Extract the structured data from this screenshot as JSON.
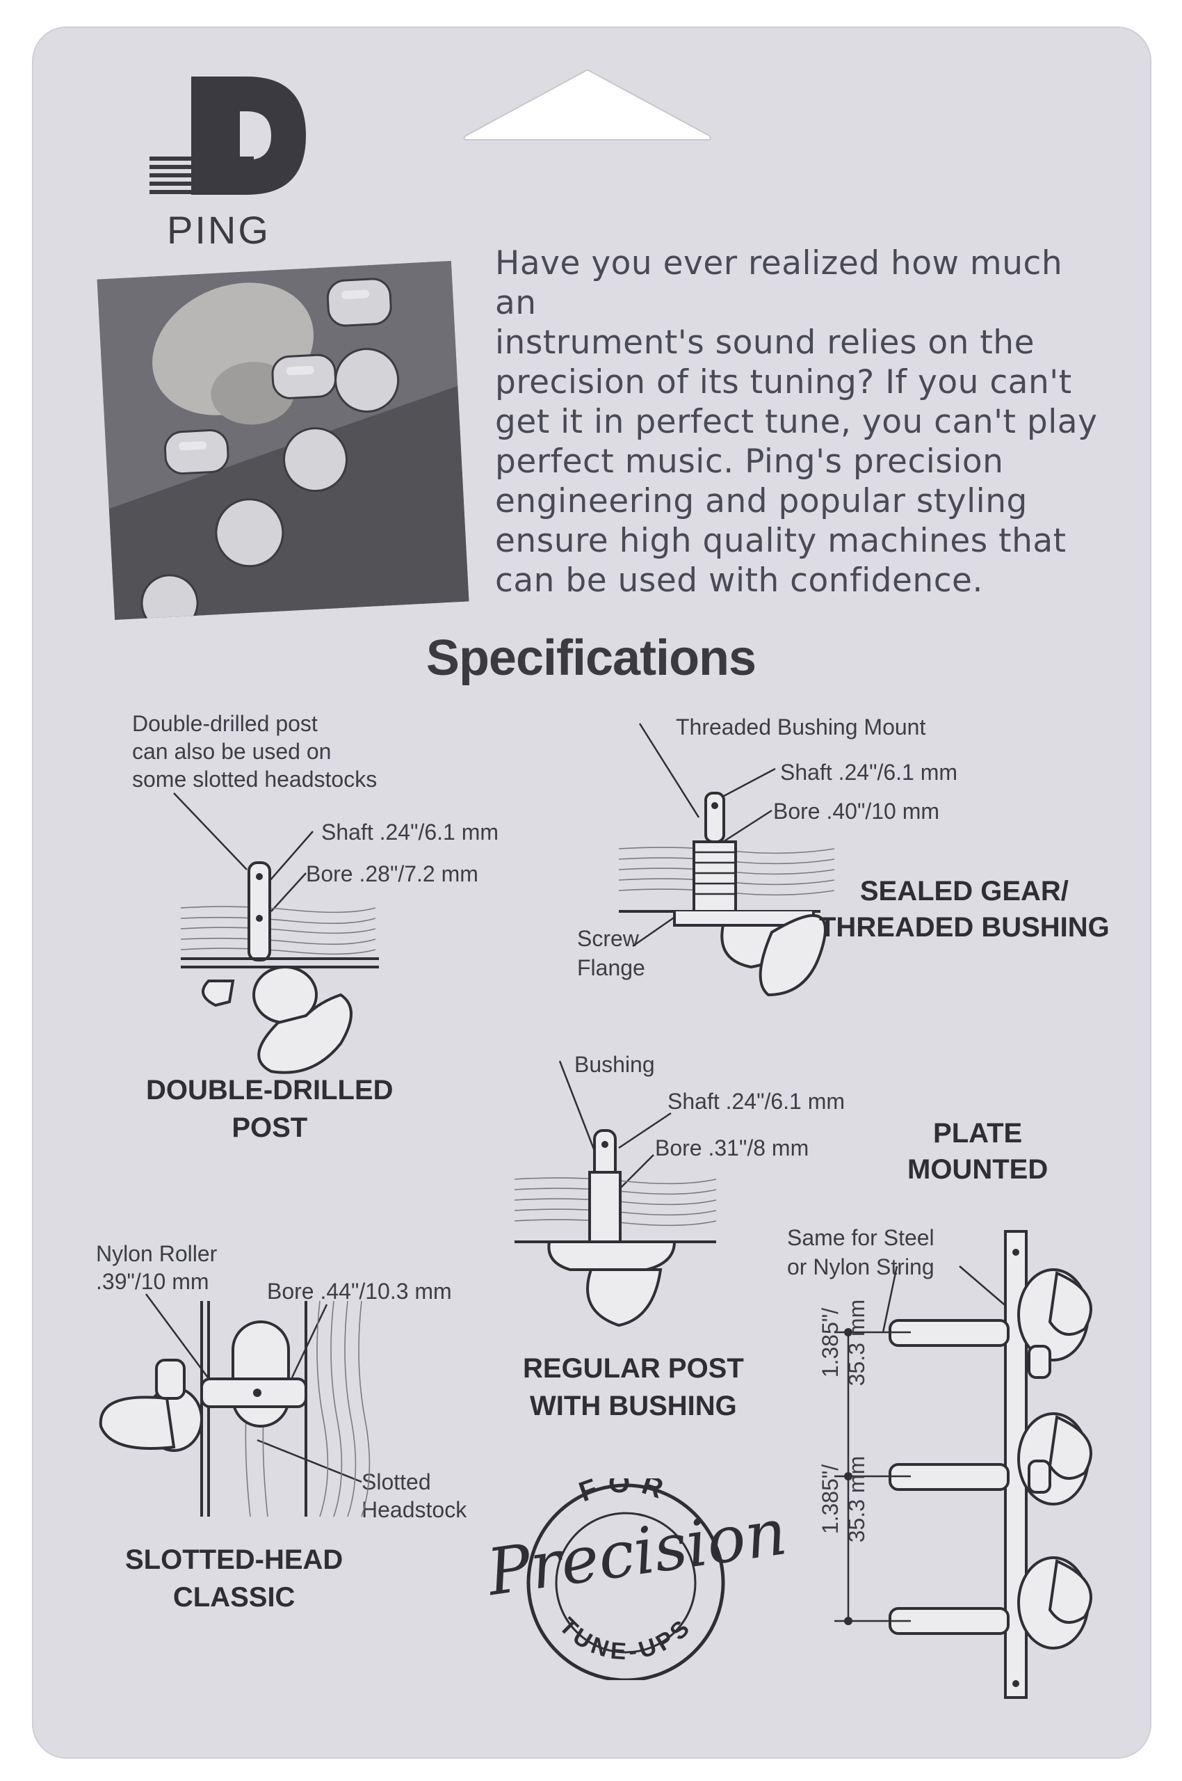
{
  "brand": {
    "name": "PING"
  },
  "intro": {
    "lines": [
      "Have you ever realized how much an",
      "instrument's sound relies on the",
      "precision of its tuning? If you can't",
      "get it in perfect tune, you can't play",
      "perfect music. Ping's precision",
      "engineering and popular styling",
      "ensure high quality machines that",
      "can be used with confidence."
    ]
  },
  "specs": {
    "title": "Specifications",
    "double_drilled": {
      "note": [
        "Double-drilled post",
        "can also be used on",
        "some slotted headstocks"
      ],
      "shaft": "Shaft .24\"/6.1 mm",
      "bore": "Bore .28\"/7.2 mm",
      "caption": [
        "DOUBLE-DRILLED",
        "POST"
      ]
    },
    "sealed_gear": {
      "mount": "Threaded Bushing Mount",
      "shaft": "Shaft .24\"/6.1 mm",
      "bore": "Bore .40\"/10 mm",
      "screw": [
        "Screw",
        "Flange"
      ],
      "caption": [
        "SEALED GEAR/",
        "THREADED BUSHING"
      ]
    },
    "regular_post": {
      "bushing": "Bushing",
      "shaft": "Shaft .24\"/6.1 mm",
      "bore": "Bore .31\"/8 mm",
      "caption": [
        "REGULAR POST",
        "WITH BUSHING"
      ]
    },
    "plate_mounted": {
      "caption": [
        "PLATE",
        "MOUNTED"
      ],
      "note": [
        "Same for Steel",
        "or Nylon String"
      ],
      "spacing_1": [
        "1.385\"/",
        "35.3 mm"
      ],
      "spacing_2": [
        "1.385\"/",
        "35.3 mm"
      ]
    },
    "slotted_head": {
      "roller": [
        "Nylon Roller",
        ".39\"/10 mm"
      ],
      "bore": "Bore .44\"/10.3 mm",
      "headstock": [
        "Slotted",
        "Headstock"
      ],
      "caption": [
        "SLOTTED-HEAD",
        "CLASSIC"
      ]
    }
  },
  "seal": {
    "top": "FOR",
    "script": "Precision",
    "bottom": "TUNE-UPS"
  }
}
